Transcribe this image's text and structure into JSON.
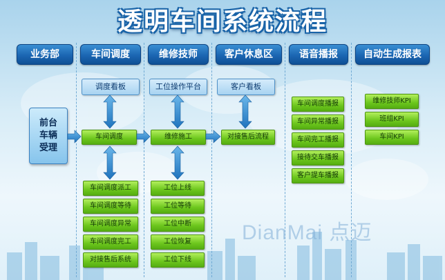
{
  "title": "透明车间系统流程",
  "headers": [
    "业务部",
    "车间调度",
    "维修技师",
    "客户休息区",
    "语音播报",
    "自动生成报表"
  ],
  "front_desk": [
    "前台",
    "车辆",
    "受理"
  ],
  "top_boards": [
    "调度看板",
    "工位操作平台",
    "客户看板"
  ],
  "middle_flow": [
    "车间调度",
    "维修施工",
    "对接售后流程"
  ],
  "dispatch_items": [
    "车间调度派工",
    "车间调度等待",
    "车间调度异常",
    "车间调度完工",
    "对接售后系统"
  ],
  "station_items": [
    "工位上线",
    "工位等待",
    "工位中断",
    "工位恢复",
    "工位下线"
  ],
  "voice_items": [
    "车间调度播报",
    "车间异常播报",
    "车间完工播报",
    "接待交车播报",
    "客户提车播报"
  ],
  "report_items": [
    "维修技师KPI",
    "班组KPI",
    "车间KPI"
  ],
  "watermark": "DianMai 点迈",
  "colors": {
    "header_blue": "#1b66b2",
    "box_green": "#6cc61d",
    "box_light_blue": "#a8d3f1",
    "arrow_blue": "#2d86cf"
  }
}
